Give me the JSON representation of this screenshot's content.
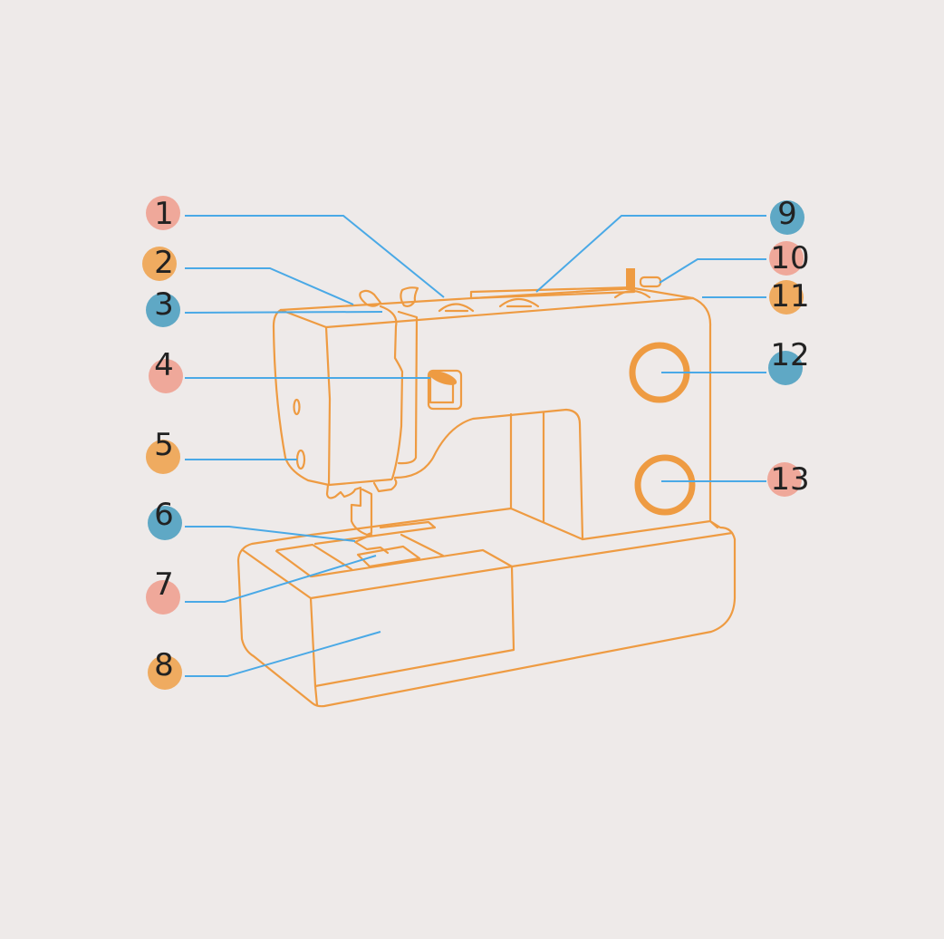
{
  "colors": {
    "pink": "#efa89a",
    "orange": "#efab60",
    "blue": "#5fa8c5",
    "leader": "#4aa9e6",
    "machine": "#ee9b42",
    "background": "#eeeae9"
  },
  "callouts": [
    {
      "label": "1",
      "color": "pink"
    },
    {
      "label": "2",
      "color": "orange"
    },
    {
      "label": "3",
      "color": "blue"
    },
    {
      "label": "4",
      "color": "pink"
    },
    {
      "label": "5",
      "color": "orange"
    },
    {
      "label": "6",
      "color": "blue"
    },
    {
      "label": "7",
      "color": "pink"
    },
    {
      "label": "8",
      "color": "orange"
    },
    {
      "label": "9",
      "color": "blue"
    },
    {
      "label": "10",
      "color": "pink"
    },
    {
      "label": "11",
      "color": "orange"
    },
    {
      "label": "12",
      "color": "blue"
    },
    {
      "label": "13",
      "color": "pink"
    }
  ]
}
